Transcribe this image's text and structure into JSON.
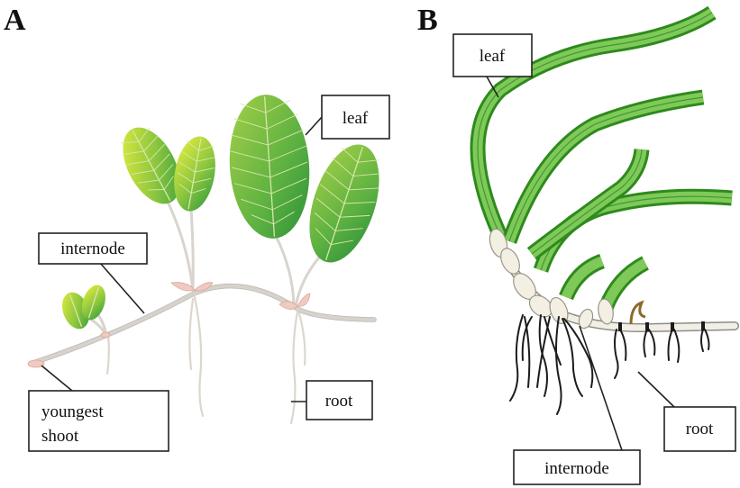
{
  "panels": {
    "a": {
      "letter": "A",
      "labels": {
        "leaf": "leaf",
        "internode": "internode",
        "youngest_shoot_line1": "youngest",
        "youngest_shoot_line2": "shoot",
        "root": "root"
      }
    },
    "b": {
      "letter": "B",
      "labels": {
        "leaf": "leaf",
        "root": "root",
        "internode": "internode"
      }
    }
  },
  "colors": {
    "leaf_a_light": "#e6ee3a",
    "leaf_a_dark": "#2f9a3c",
    "seagrass_green": "#4caf33",
    "sheath_cream": "#f3f0e3",
    "root_black": "#1c1c1c"
  }
}
